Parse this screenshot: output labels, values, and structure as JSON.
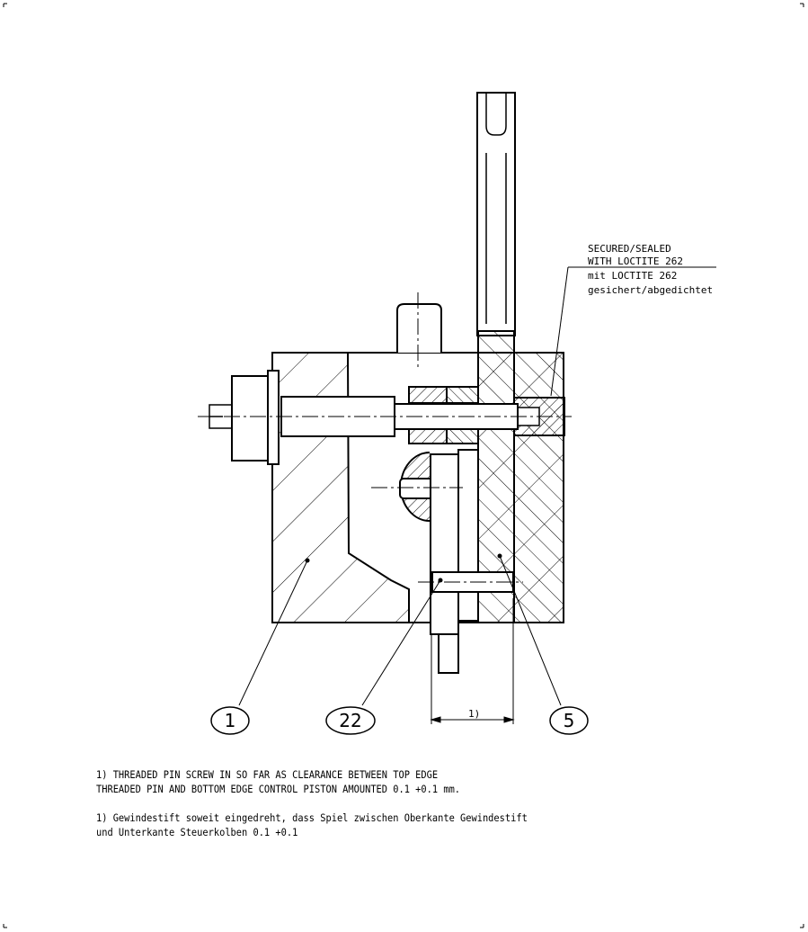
{
  "annotation": {
    "lines": [
      "SECURED/SEALED",
      "WITH LOCTITE 262",
      "mit LOCTITE 262",
      "gesichert/abgedichtet"
    ]
  },
  "callouts": [
    "1",
    "22",
    "5"
  ],
  "dimension_label": "1)",
  "notes": {
    "english": [
      "1) THREADED PIN SCREW IN SO FAR AS CLEARANCE BETWEEN TOP EDGE",
      "THREADED PIN AND BOTTOM EDGE CONTROL PISTON AMOUNTED 0.1 +0.1 mm."
    ],
    "german": [
      "1) Gewindestift soweit eingedreht, dass Spiel zwischen Oberkante Gewindestift",
      "und Unterkante Steuerkolben 0.1 +0.1"
    ]
  },
  "colors": {
    "line": "#000000",
    "background": "#ffffff"
  }
}
